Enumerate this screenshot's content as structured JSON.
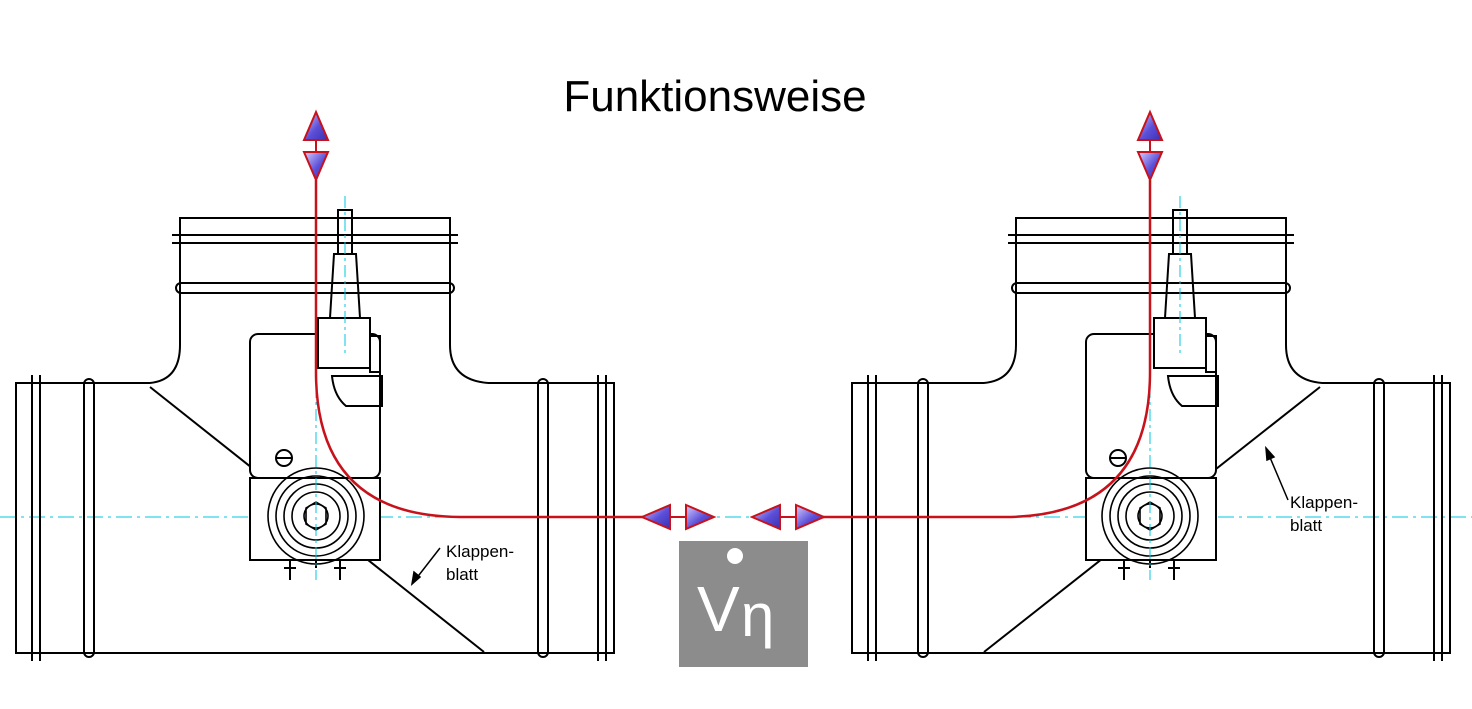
{
  "title": "Funktionsweise",
  "labels": {
    "left_line1": "Klappen-",
    "left_line2": "blatt",
    "right_line1": "Klappen-",
    "right_line2": "blatt"
  },
  "logo": {
    "text_v": "V",
    "text_eta": "η"
  },
  "colors": {
    "line": "#000000",
    "red_path": "#c8121b",
    "centerline": "#00c8e0",
    "arrow_fill": "#6a5acd",
    "logo_bg": "#8c8c8c"
  }
}
